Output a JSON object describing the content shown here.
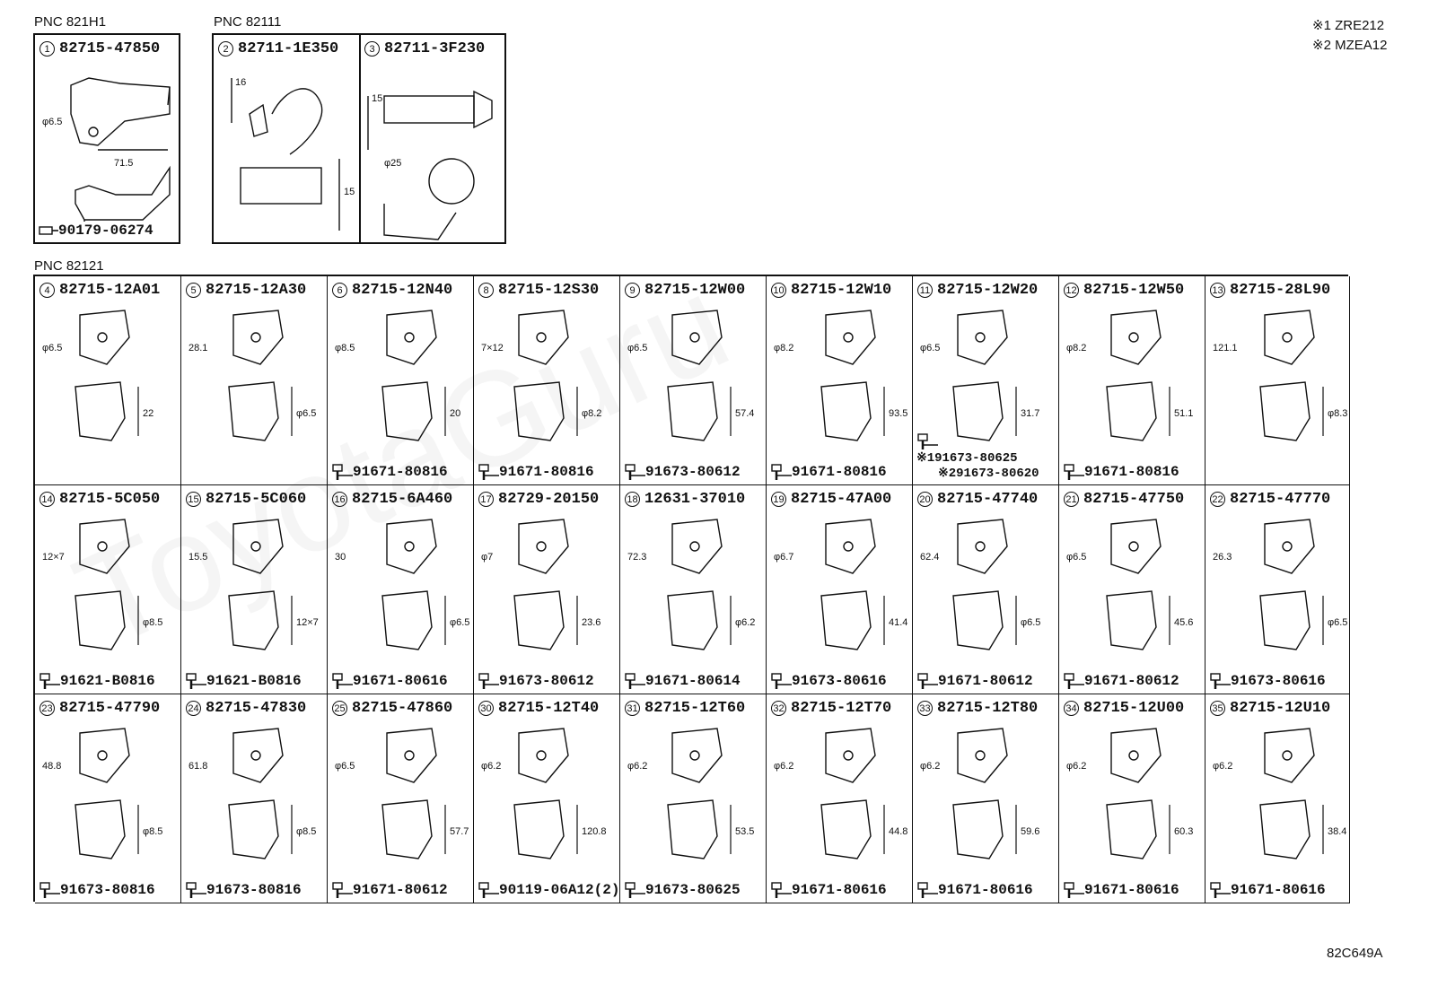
{
  "groups": [
    {
      "pnc": "PNC 821H1"
    },
    {
      "pnc": "PNC 82111"
    },
    {
      "pnc": "PNC 82121"
    }
  ],
  "legend": [
    "※1 ZRE212",
    "※2 MZEA12"
  ],
  "ref_code": "82C649A",
  "top_parts": [
    {
      "num": "1",
      "part": "82715-47850",
      "fastener": "90179-06274",
      "dims": [
        "φ6.5",
        "71.5"
      ]
    },
    {
      "num": "2",
      "part": "82711-1E350",
      "dims": [
        "16",
        "15"
      ]
    },
    {
      "num": "3",
      "part": "82711-3F230",
      "dims": [
        "15",
        "φ25"
      ]
    }
  ],
  "rows": [
    [
      {
        "num": "4",
        "part": "82715-12A01",
        "fastener": "",
        "dims": [
          "φ6.5",
          "22"
        ]
      },
      {
        "num": "5",
        "part": "82715-12A30",
        "fastener": "",
        "dims": [
          "28.1",
          "φ6.5"
        ]
      },
      {
        "num": "6",
        "part": "82715-12N40",
        "fastener": "91671-80816",
        "dims": [
          "φ8.5",
          "20"
        ]
      },
      {
        "num": "8",
        "part": "82715-12S30",
        "fastener": "91671-80816",
        "dims": [
          "7×12",
          "φ8.2"
        ]
      },
      {
        "num": "9",
        "part": "82715-12W00",
        "fastener": "91673-80612",
        "dims": [
          "φ6.5",
          "57.4"
        ]
      },
      {
        "num": "10",
        "part": "82715-12W10",
        "fastener": "91671-80816",
        "dims": [
          "φ8.2",
          "93.5"
        ]
      },
      {
        "num": "11",
        "part": "82715-12W20",
        "fastener": "※191673-80625",
        "fastener2": "※291673-80620",
        "dims": [
          "φ6.5",
          "31.7"
        ]
      },
      {
        "num": "12",
        "part": "82715-12W50",
        "fastener": "91671-80816",
        "dims": [
          "φ8.2",
          "51.1"
        ]
      },
      {
        "num": "13",
        "part": "82715-28L90",
        "fastener": "",
        "dims": [
          "121.1",
          "φ8.3"
        ]
      }
    ],
    [
      {
        "num": "14",
        "part": "82715-5C050",
        "fastener": "91621-B0816",
        "dims": [
          "12×7",
          "φ8.5"
        ]
      },
      {
        "num": "15",
        "part": "82715-5C060",
        "fastener": "91621-B0816",
        "dims": [
          "15.5",
          "12×7"
        ]
      },
      {
        "num": "16",
        "part": "82715-6A460",
        "fastener": "91671-80616",
        "dims": [
          "30",
          "φ6.5"
        ]
      },
      {
        "num": "17",
        "part": "82729-20150",
        "fastener": "91673-80612",
        "dims": [
          "φ7",
          "23.6"
        ]
      },
      {
        "num": "18",
        "part": "12631-37010",
        "fastener": "91671-80614",
        "dims": [
          "72.3",
          "φ6.2"
        ]
      },
      {
        "num": "19",
        "part": "82715-47A00",
        "fastener": "91673-80616",
        "dims": [
          "φ6.7",
          "41.4"
        ]
      },
      {
        "num": "20",
        "part": "82715-47740",
        "fastener": "91671-80612",
        "dims": [
          "62.4",
          "φ6.5"
        ]
      },
      {
        "num": "21",
        "part": "82715-47750",
        "fastener": "91671-80612",
        "dims": [
          "φ6.5",
          "45.6"
        ]
      },
      {
        "num": "22",
        "part": "82715-47770",
        "fastener": "91673-80616",
        "dims": [
          "26.3",
          "φ6.5"
        ]
      }
    ],
    [
      {
        "num": "23",
        "part": "82715-47790",
        "fastener": "91673-80816",
        "dims": [
          "48.8",
          "φ8.5"
        ]
      },
      {
        "num": "24",
        "part": "82715-47830",
        "fastener": "91673-80816",
        "dims": [
          "61.8",
          "φ8.5"
        ]
      },
      {
        "num": "25",
        "part": "82715-47860",
        "fastener": "91671-80612",
        "dims": [
          "φ6.5",
          "57.7"
        ]
      },
      {
        "num": "30",
        "part": "82715-12T40",
        "fastener": "90119-06A12(2)",
        "dims": [
          "φ6.2",
          "120.8"
        ]
      },
      {
        "num": "31",
        "part": "82715-12T60",
        "fastener": "91673-80625",
        "dims": [
          "φ6.2",
          "53.5"
        ]
      },
      {
        "num": "32",
        "part": "82715-12T70",
        "fastener": "91671-80616",
        "dims": [
          "φ6.2",
          "44.8"
        ]
      },
      {
        "num": "33",
        "part": "82715-12T80",
        "fastener": "91671-80616",
        "dims": [
          "φ6.2",
          "59.6"
        ]
      },
      {
        "num": "34",
        "part": "82715-12U00",
        "fastener": "91671-80616",
        "dims": [
          "φ6.2",
          "60.3"
        ]
      },
      {
        "num": "35",
        "part": "82715-12U10",
        "fastener": "91671-80616",
        "dims": [
          "φ6.2",
          "38.4"
        ]
      }
    ]
  ]
}
